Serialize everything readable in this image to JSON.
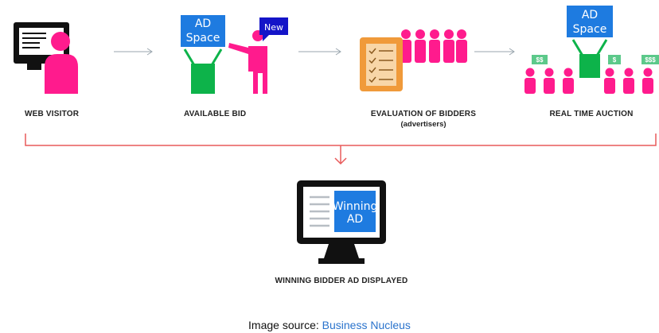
{
  "steps": {
    "web_visitor": "WEB VISITOR",
    "available_bid": "AVAILABLE BID",
    "evaluation_line1": "EVALUATION OF BIDDERS",
    "evaluation_line2": "(advertisers)",
    "real_time_auction": "REAL TIME AUCTION",
    "winning_displayed": "WINNING BIDDER AD DISPLAYED"
  },
  "boxes": {
    "ad_space_line1": "AD",
    "ad_space_line2": "Space",
    "new_tag": "New",
    "winning_line1": "Winning",
    "winning_line2": "AD"
  },
  "money": {
    "left": "$$",
    "mid": "$",
    "right": "$$$"
  },
  "caption": {
    "prefix": "Image source:",
    "source": "Business Nucleus"
  },
  "colors": {
    "pink": "#ff1b8d",
    "green": "#0db34a",
    "blue": "#1e7be0",
    "navy": "#1414c8",
    "orange": "#f09a3a",
    "arrow_red": "#e85a5a",
    "money_green": "#5cc98a"
  }
}
